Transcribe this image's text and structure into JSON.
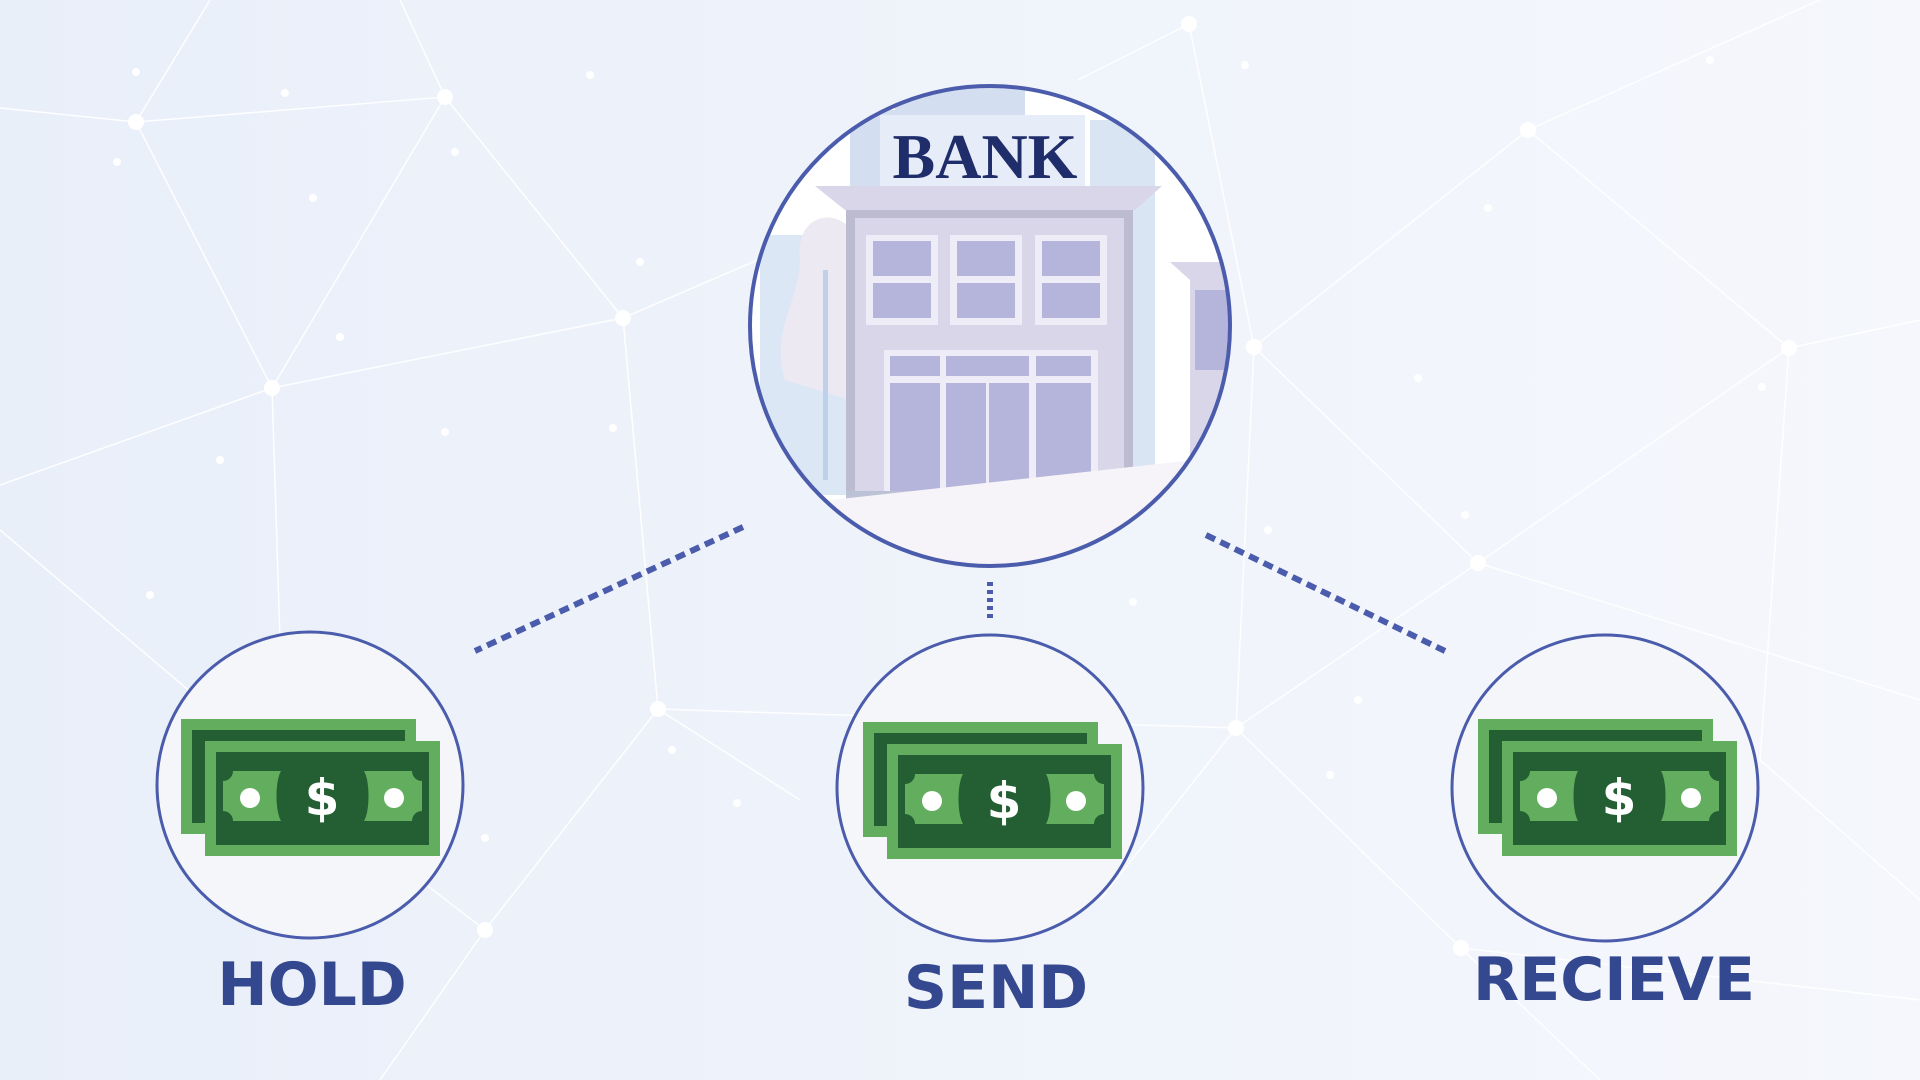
{
  "bank": {
    "sign_text": "BANK"
  },
  "nodes": [
    {
      "label": "HOLD",
      "icon": "cash-icon"
    },
    {
      "label": "SEND",
      "icon": "cash-icon"
    },
    {
      "label": "RECIEVE",
      "icon": "cash-icon"
    }
  ],
  "cash_symbol": "$",
  "colors": {
    "circle_stroke": "#4a5cab",
    "connector": "#4a5cab",
    "label": "#34488f",
    "bank_sign": "#1f2d6b",
    "cash_light": "#62ae5e",
    "cash_dark": "#235f32",
    "background": "#eef2fa"
  }
}
